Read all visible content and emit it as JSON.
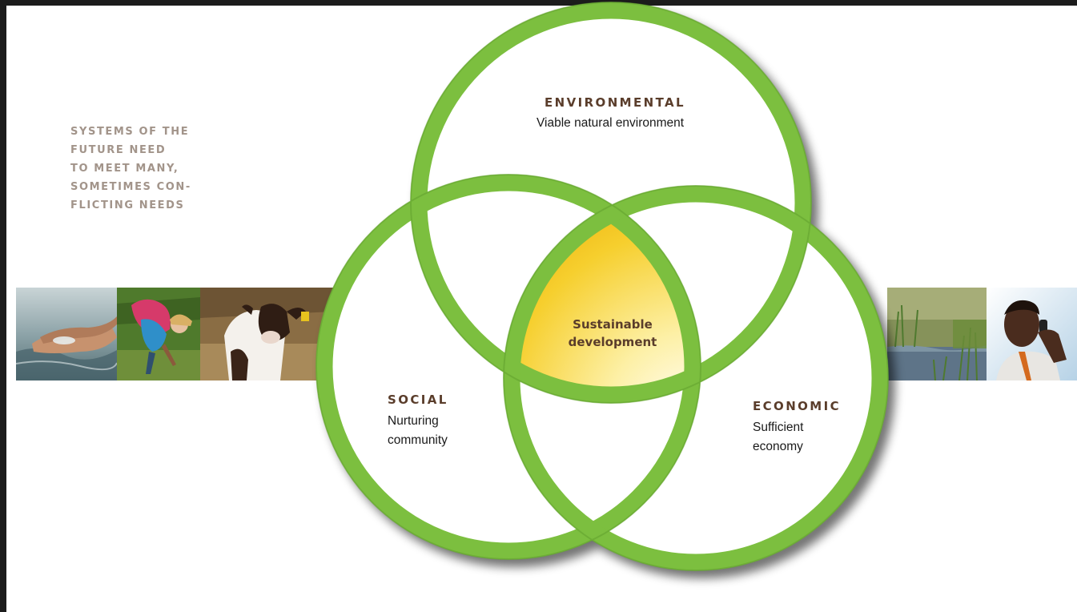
{
  "intro_lines": [
    "SYSTEMS OF THE",
    "FUTURE NEED",
    "TO MEET MANY,",
    "SOMETIMES CON-",
    "FLICTING NEEDS"
  ],
  "circles": {
    "environmental": {
      "title": "ENVIRONMENTAL",
      "subtitle": "Viable natural environment"
    },
    "social": {
      "title": "SOCIAL",
      "subtitle_lines": [
        "Nurturing",
        "community"
      ]
    },
    "economic": {
      "title": "ECONOMIC",
      "subtitle_lines": [
        "Sufficient",
        "economy"
      ]
    }
  },
  "center": {
    "lines": [
      "Sustainable",
      "development"
    ]
  },
  "photos": {
    "left": [
      "water-hands-photo",
      "child-farming-photo",
      "calf-photo"
    ],
    "right": [
      "wetland-photo",
      "person-on-phone-photo"
    ]
  },
  "colors": {
    "ring": "#7cbf3f",
    "center_fill": "#f2c318",
    "heading_text": "#5a3d2b",
    "intro_text": "#a2948a"
  }
}
